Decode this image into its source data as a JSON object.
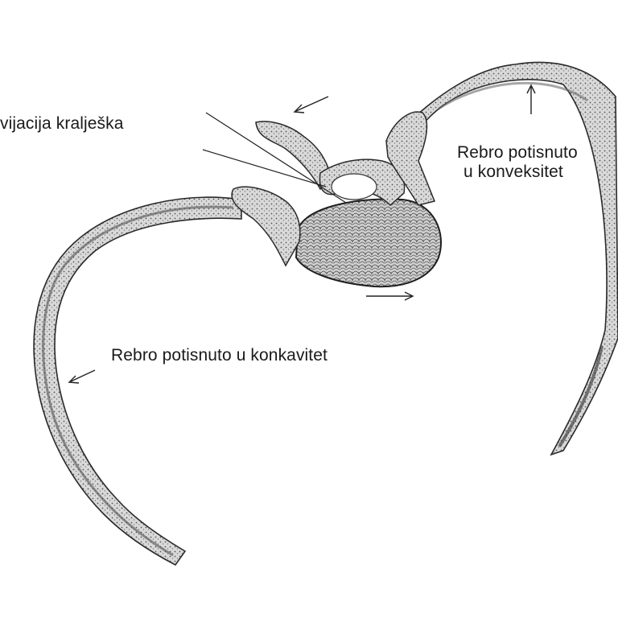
{
  "labels": {
    "vertebra_rotation": "vijacija kralješka",
    "rib_convex_line1": "Rebro potisnuto",
    "rib_convex_line2": "u konveksitet",
    "rib_concave": "Rebro potisnuto u konkavitet"
  },
  "colors": {
    "ink": "#1a1a1a",
    "bone_fill": "#dcdcdc",
    "bone_shadow": "#6a6a6a",
    "background": "#ffffff"
  }
}
